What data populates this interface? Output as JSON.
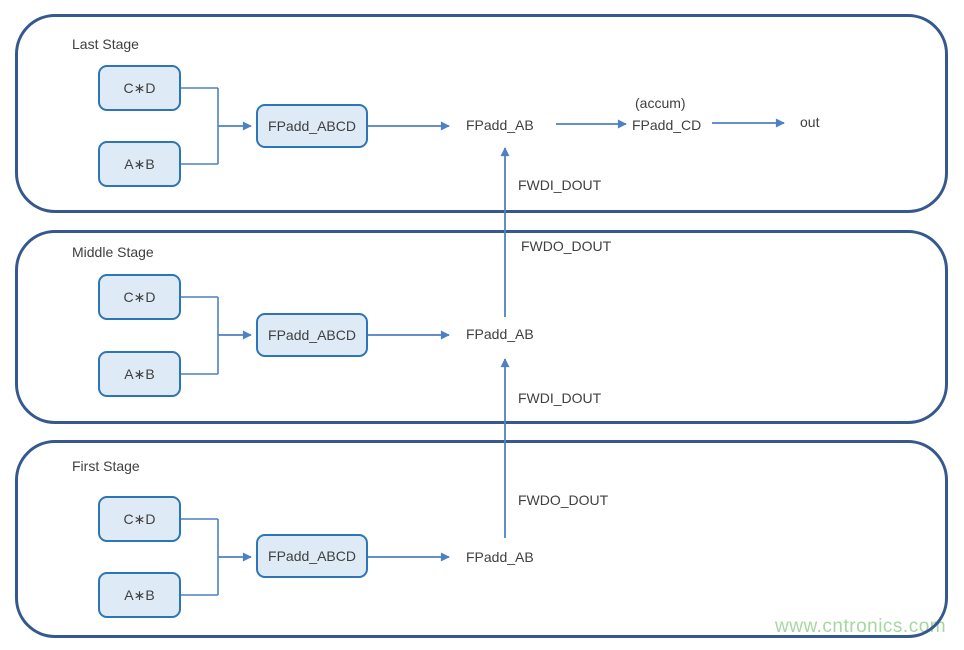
{
  "diagram": {
    "watermark": "www.cntronics.com",
    "colors": {
      "stage_border": "#35598e",
      "box_fill": "#deeaf6",
      "box_border": "#2e75b6",
      "arrow": "#4e81c3",
      "text": "#404040",
      "watermark": "#a6d7a0"
    },
    "stages": [
      {
        "title": "Last Stage",
        "mul_cd": "C∗D",
        "mul_ab": "A∗B",
        "adder_abcd": "FPadd_ABCD",
        "adder_ab": "FPadd_AB",
        "accum_note": "(accum)",
        "adder_cd": "FPadd_CD",
        "out_label": "out",
        "fwd_in_label": "FWDI_DOUT"
      },
      {
        "title": "Middle Stage",
        "mul_cd": "C∗D",
        "mul_ab": "A∗B",
        "adder_abcd": "FPadd_ABCD",
        "adder_ab": "FPadd_AB",
        "fwd_out_label": "FWDO_DOUT",
        "fwd_in_label": "FWDI_DOUT"
      },
      {
        "title": "First Stage",
        "mul_cd": "C∗D",
        "mul_ab": "A∗B",
        "adder_abcd": "FPadd_ABCD",
        "adder_ab": "FPadd_AB",
        "fwd_out_label": "FWDO_DOUT"
      }
    ]
  }
}
